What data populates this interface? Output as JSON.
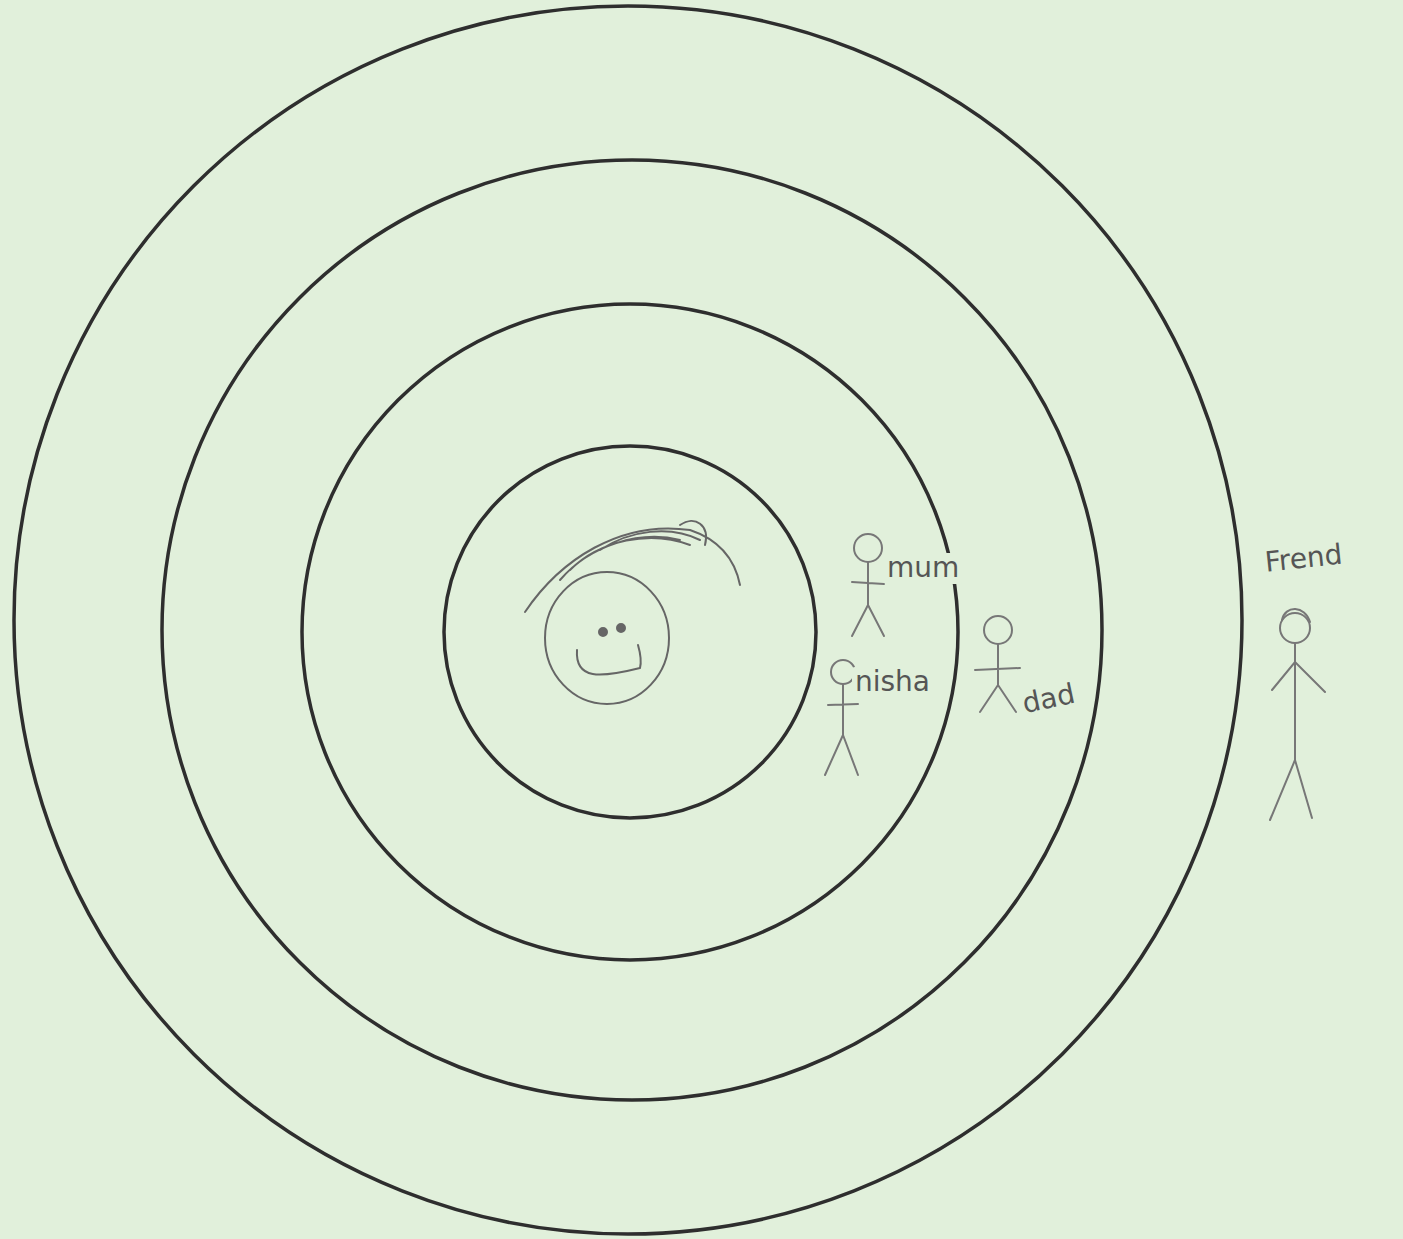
{
  "diagram": {
    "labels": [
      "mum",
      "nisha",
      "dad",
      "Frend"
    ]
  }
}
